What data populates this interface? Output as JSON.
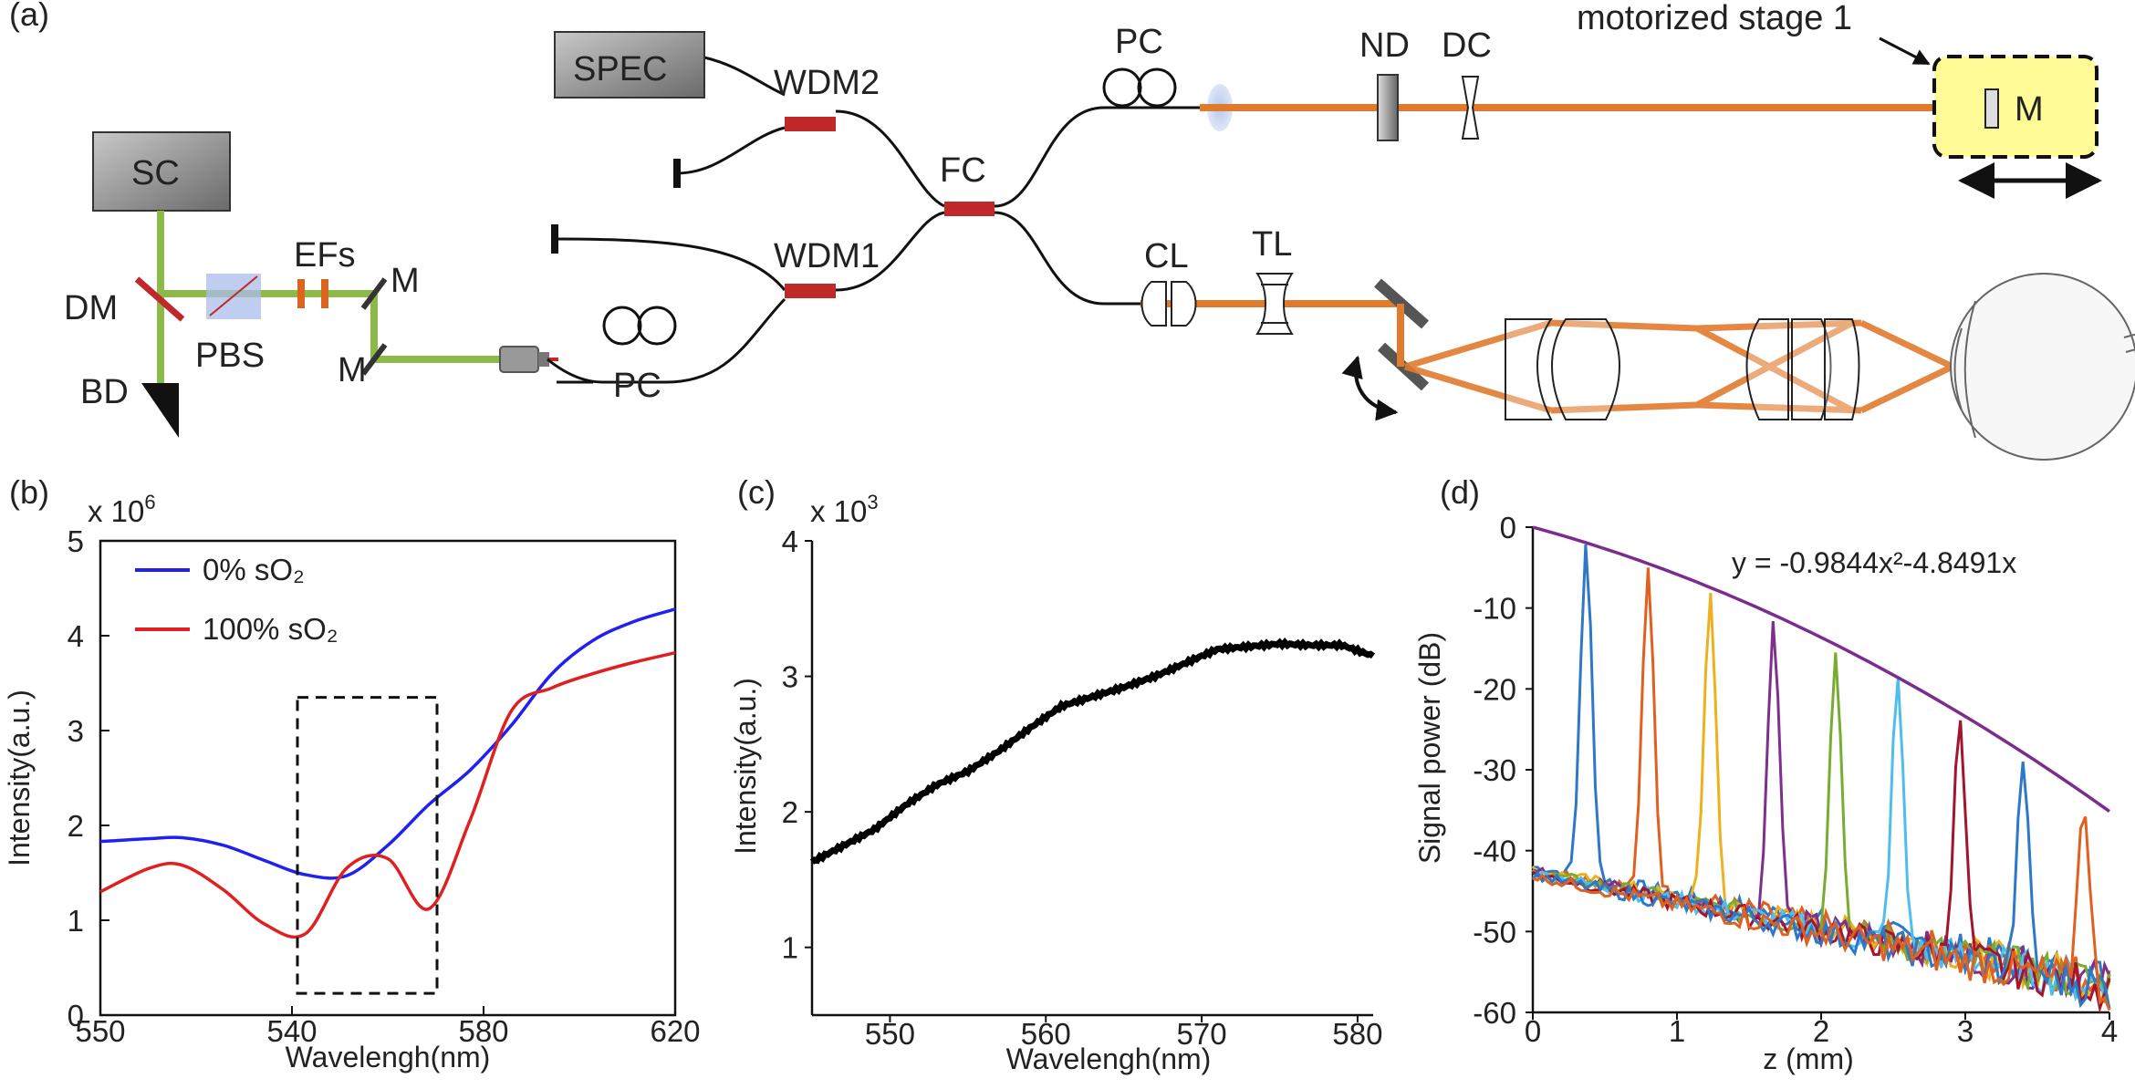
{
  "panels": {
    "a": "(a)",
    "b": "(b)",
    "c": "(c)",
    "d": "(d)"
  },
  "setup": {
    "sc": "SC",
    "spec": "SPEC",
    "wdm1": "WDM1",
    "wdm2": "WDM2",
    "fc": "FC",
    "pc_top": "PC",
    "pc_bottom": "PC",
    "nd": "ND",
    "dc": "DC",
    "stage_label": "motorized stage 1",
    "stage_mirror": "M",
    "dm": "DM",
    "bd": "BD",
    "pbs": "PBS",
    "efs": "EFs",
    "m_upper": "M",
    "m_lower": "M",
    "cl": "CL",
    "tl": "TL"
  },
  "colors": {
    "source_beam": "#8DB84A",
    "probe_beam": "#E07B2E",
    "fiber_coupler": "#C0282A",
    "stage_fill": "#FFFB96"
  },
  "chart_data": [
    {
      "type": "line",
      "panel": "(b)",
      "xlabel": "Wavelengh(nm)",
      "ylabel": "Intensity(a.u.)",
      "multiplier": "x 10",
      "exponent": "6",
      "xlim": [
        550,
        620
      ],
      "ylim": [
        0,
        5
      ],
      "xtick_labels": [
        "550",
        "540",
        "580",
        "620"
      ],
      "yticks": [
        "0",
        "1",
        "2",
        "3",
        "4",
        "5"
      ],
      "legend_position": "top-left",
      "x": [
        550,
        556,
        560,
        565,
        570,
        575,
        580,
        585,
        590,
        595,
        600,
        605,
        610,
        615,
        620
      ],
      "series": [
        {
          "name": "0% sO₂",
          "color": "#2020F0",
          "values": [
            1.83,
            1.86,
            1.87,
            1.79,
            1.63,
            1.48,
            1.47,
            1.79,
            2.22,
            2.58,
            3.05,
            3.6,
            3.95,
            4.15,
            4.28
          ]
        },
        {
          "name": "100% sO₂",
          "color": "#E02020",
          "values": [
            1.3,
            1.55,
            1.58,
            1.32,
            0.96,
            0.86,
            1.55,
            1.65,
            1.12,
            2.05,
            3.2,
            3.45,
            3.6,
            3.72,
            3.82
          ]
        }
      ],
      "annotation": {
        "shape": "dashed-rectangle",
        "x_range": [
          574,
          591
        ],
        "y_range": [
          0.23,
          3.35
        ]
      }
    },
    {
      "type": "line",
      "panel": "(c)",
      "xlabel": "Wavelengh(nm)",
      "ylabel": "Intensity(a.u.)",
      "multiplier": "x 10",
      "exponent": "3",
      "xlim": [
        545,
        581
      ],
      "ylim": [
        0.5,
        4
      ],
      "xticks": [
        "550",
        "560",
        "570",
        "580"
      ],
      "yticks": [
        "1",
        "2",
        "3",
        "4"
      ],
      "series": [
        {
          "color": "#000000",
          "x": [
            545,
            547,
            549,
            551,
            553,
            555,
            557,
            559,
            561,
            563,
            565,
            567,
            569,
            571,
            573,
            575,
            577,
            579,
            581
          ],
          "values": [
            1.63,
            1.75,
            1.87,
            2.05,
            2.2,
            2.3,
            2.45,
            2.62,
            2.78,
            2.85,
            2.92,
            3.0,
            3.1,
            3.2,
            3.22,
            3.24,
            3.23,
            3.23,
            3.15
          ]
        }
      ]
    },
    {
      "type": "line",
      "panel": "(d)",
      "xlabel": "z (mm)",
      "ylabel": "Signal power (dB)",
      "xlim": [
        0,
        4
      ],
      "ylim": [
        -60,
        0
      ],
      "xticks": [
        "0",
        "1",
        "2",
        "3",
        "4"
      ],
      "yticks": [
        "0",
        "-10",
        "-20",
        "-30",
        "-40",
        "-50",
        "-60"
      ],
      "fit_equation": "y = -0.9844x²-4.8491x",
      "fit": {
        "a": -0.9844,
        "b": -4.8491,
        "color": "#7B2D8E"
      },
      "peaks": [
        {
          "z": 0.37,
          "db": -2.0,
          "color": "#2E78C8"
        },
        {
          "z": 0.8,
          "db": -5.0,
          "color": "#E06020"
        },
        {
          "z": 1.23,
          "db": -8.0,
          "color": "#EDB120"
        },
        {
          "z": 1.67,
          "db": -11.5,
          "color": "#7E2F8E"
        },
        {
          "z": 2.1,
          "db": -15.5,
          "color": "#77AC30"
        },
        {
          "z": 2.53,
          "db": -18.5,
          "color": "#4DBEEE"
        },
        {
          "z": 2.96,
          "db": -23.5,
          "color": "#A2142F"
        },
        {
          "z": 3.4,
          "db": -29.0,
          "color": "#2E78C8"
        },
        {
          "z": 3.82,
          "db": -34.5,
          "color": "#E06020"
        }
      ],
      "noise_floor": {
        "start_db": -42,
        "end_db": -56
      }
    }
  ]
}
